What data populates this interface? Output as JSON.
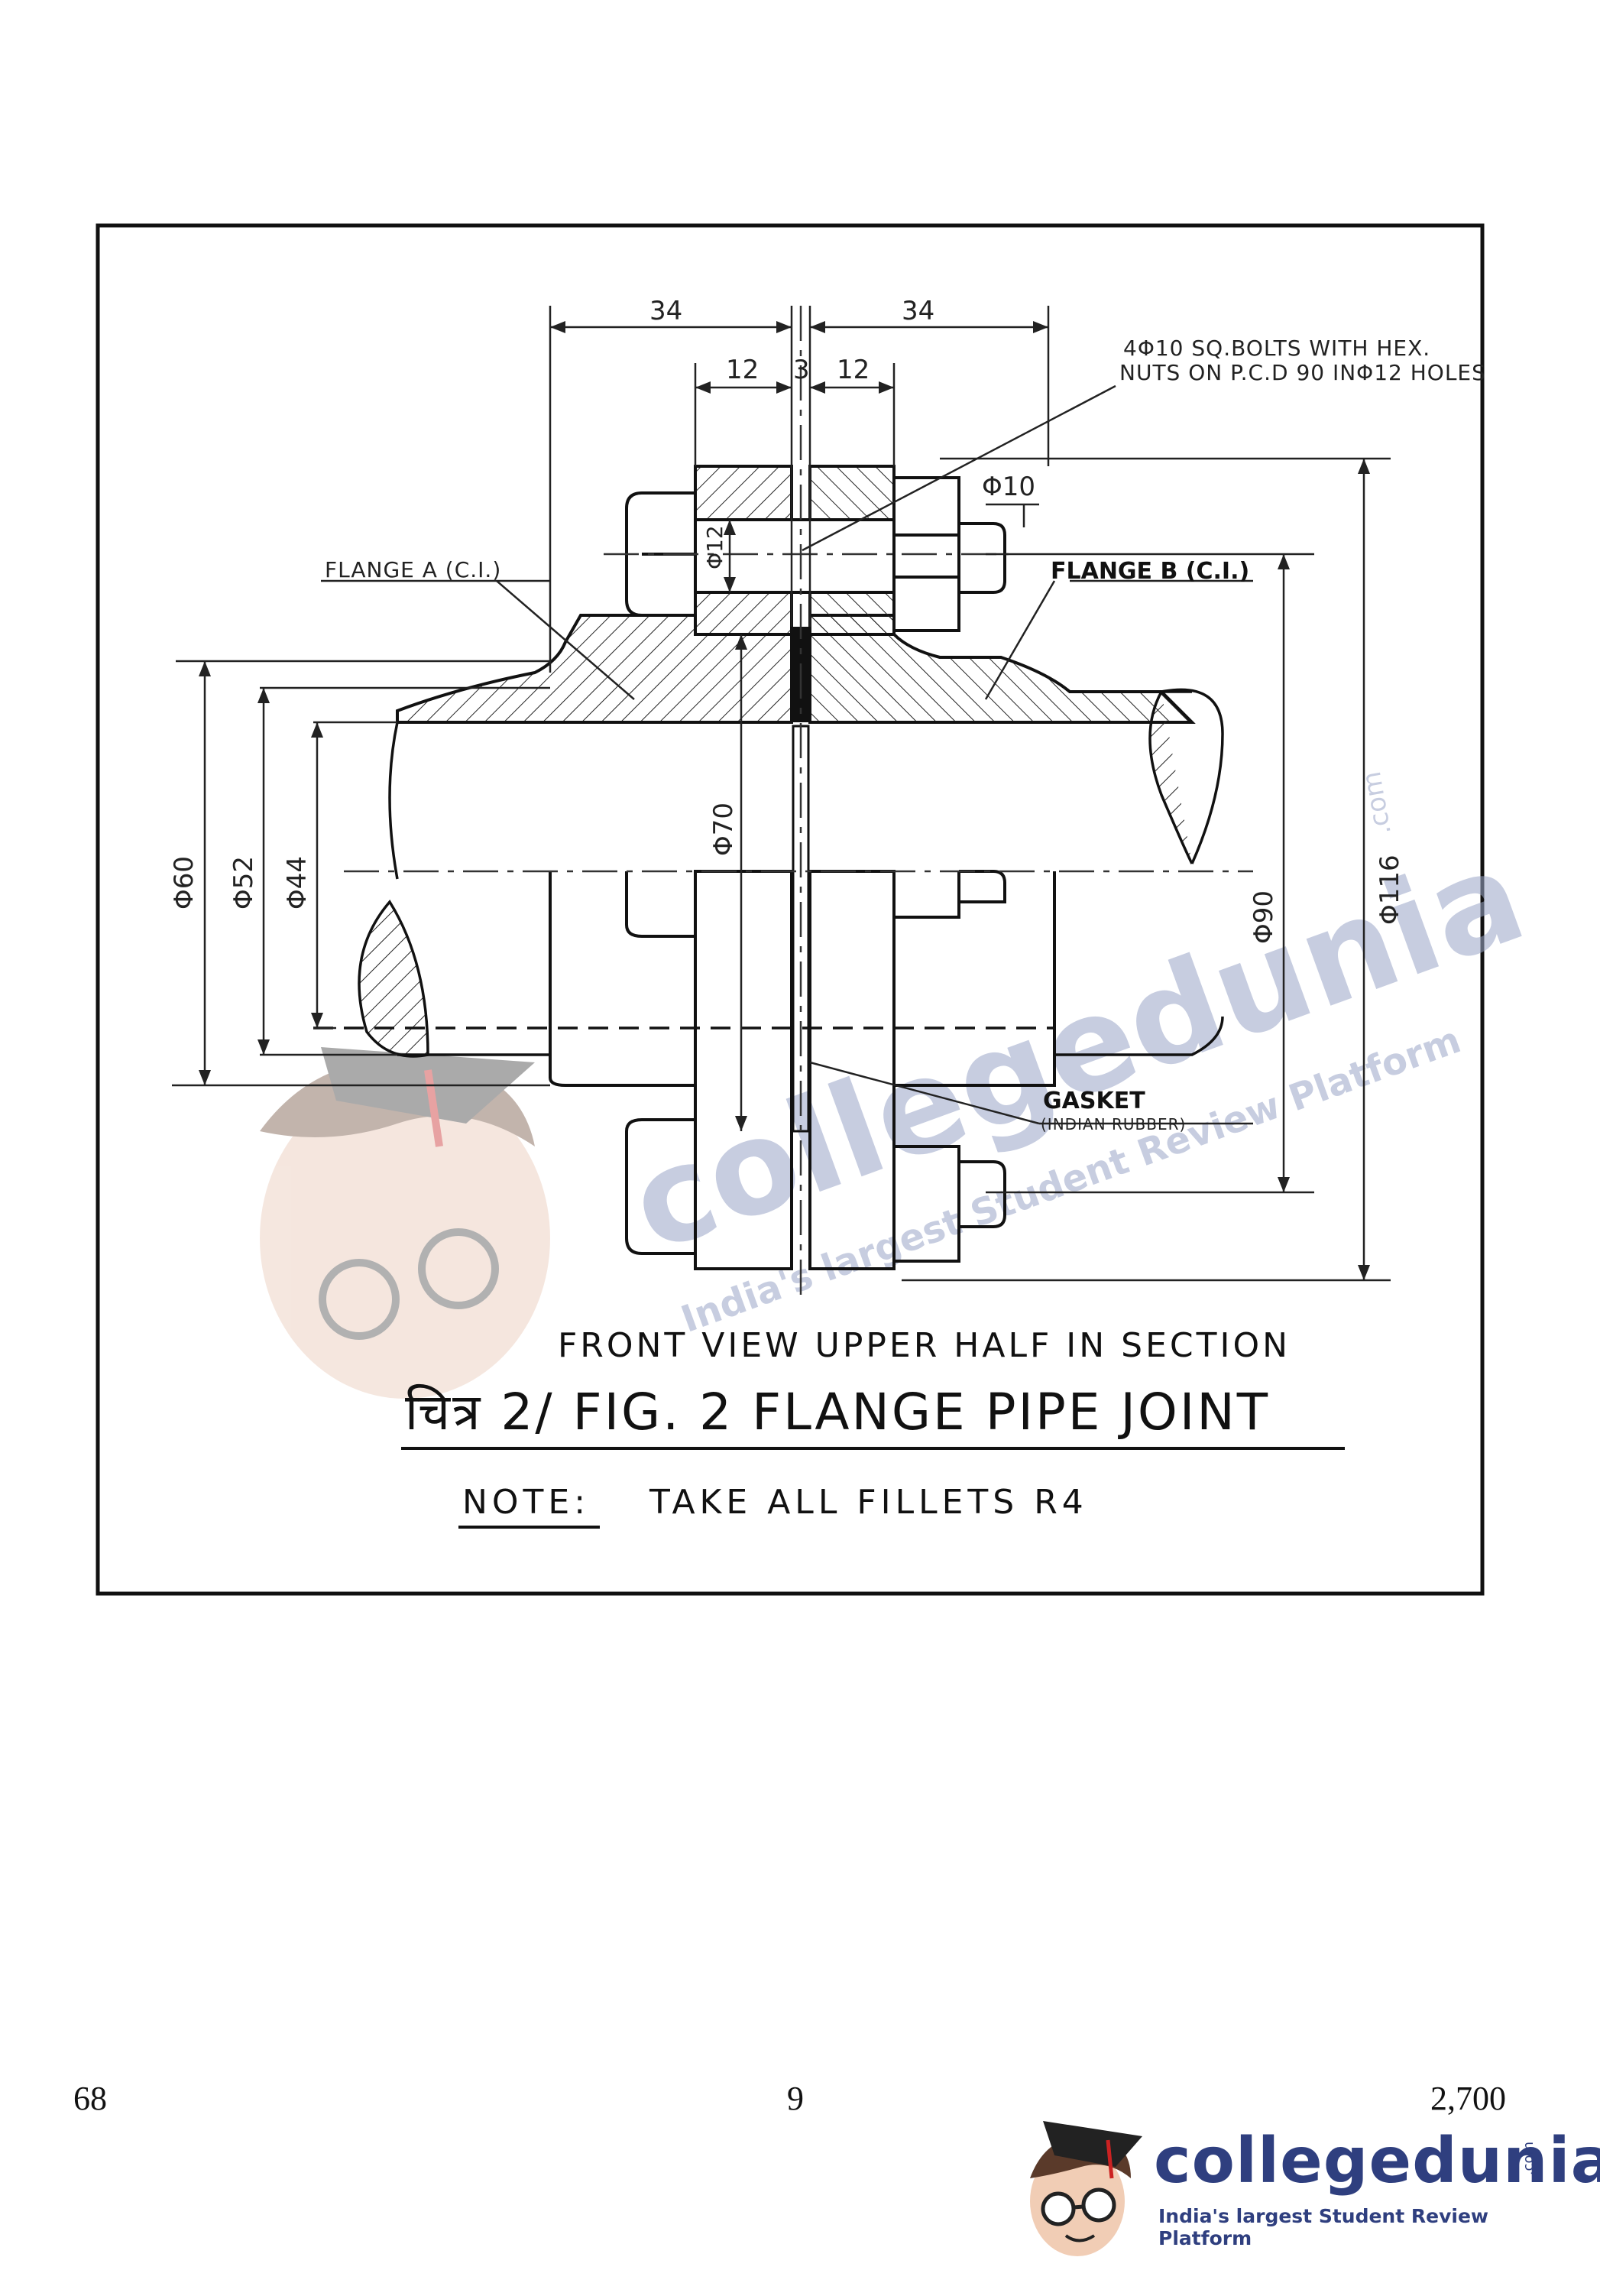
{
  "drawing": {
    "dimensions": {
      "left_flange_length": "34",
      "right_flange_length": "34",
      "left_flange_thickness": "12",
      "gap": "3",
      "right_flange_thickness": "12",
      "bolt_dia": "Φ10",
      "hole_dia": "Φ12",
      "flange_dia": "Φ116",
      "pcd": "Φ90",
      "spigot_dia": "Φ70",
      "hub_dia": "Φ60",
      "pipe_outer_dia": "Φ52",
      "pipe_inner_dia": "Φ44"
    },
    "labels": {
      "bolts_note_line1": "4Φ10 SQ.BOLTS WITH HEX.",
      "bolts_note_line2": "NUTS ON P.C.D 90 INΦ12 HOLES",
      "flange_a": "FLANGE A (C.I.)",
      "flange_b": "FLANGE B (C.I.)",
      "gasket": "GASKET",
      "gasket_material": "(INDIAN RUBBER)"
    },
    "captions": {
      "view": "FRONT VIEW UPPER HALF IN SECTION",
      "figure": "चित्र 2/ FIG. 2 FLANGE PIPE JOINT",
      "note_label": "NOTE:",
      "note_text": "TAKE ALL FILLETS R4"
    }
  },
  "watermark": {
    "word": "collegedunia",
    "suffix": ".com",
    "tagline": "India's largest Student Review Platform"
  },
  "footer": {
    "left_number": "68",
    "center_number": "9",
    "right_number": "2,700"
  },
  "logo": {
    "word": "collegedunia",
    "suffix": ".com",
    "tagline": "India's largest Student Review Platform",
    "brand_color": "#2f3f7f"
  }
}
